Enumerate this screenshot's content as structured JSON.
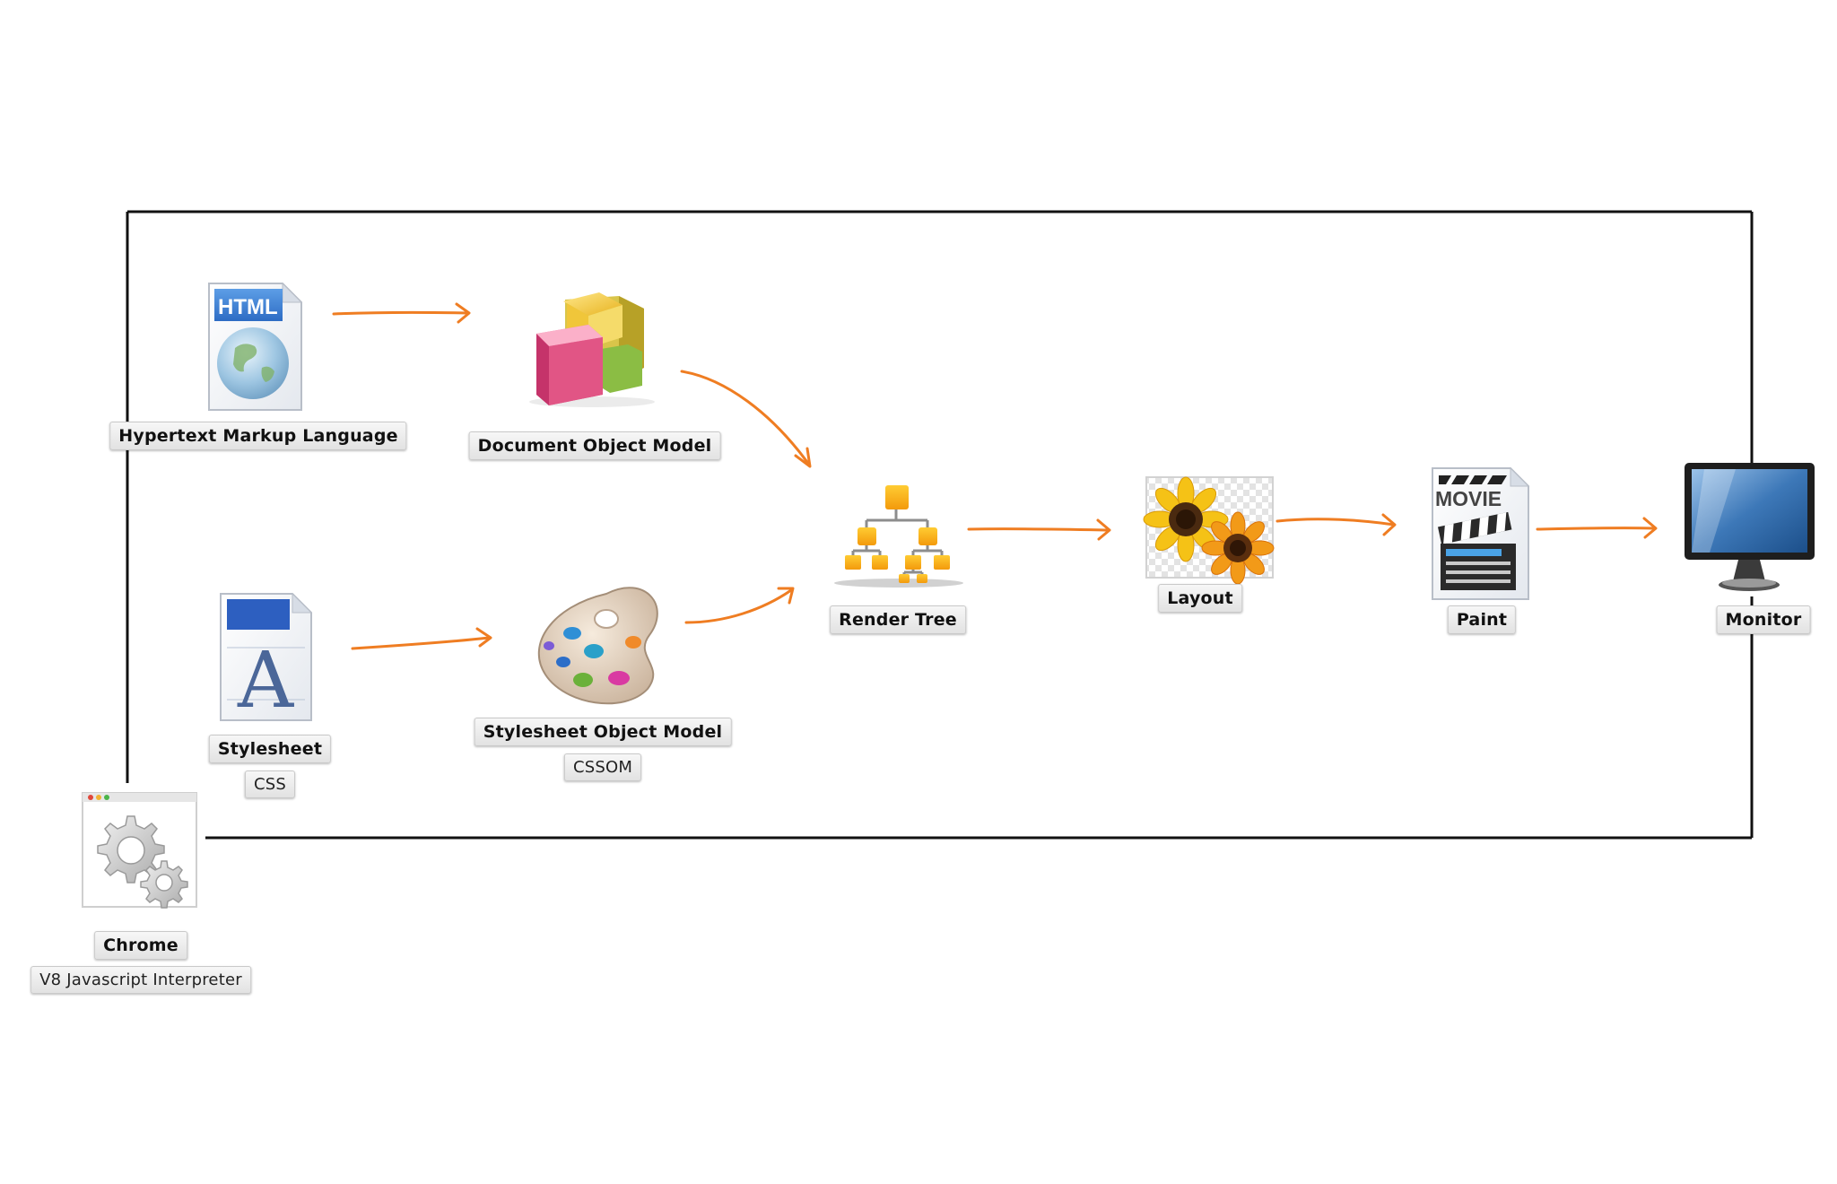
{
  "colors": {
    "arrow": "#ef7d22",
    "frame": "#111111",
    "label_bg": "#e6e6e6"
  },
  "nodes": {
    "html": {
      "label": "Hypertext Markup Language",
      "icon": "html-document-icon",
      "icon_text": "HTML"
    },
    "dom": {
      "label": "Document Object Model",
      "icon": "colored-blocks-icon"
    },
    "stylesheet": {
      "label": "Stylesheet",
      "sublabel": "CSS",
      "icon": "font-document-icon",
      "icon_text": "A"
    },
    "cssom": {
      "label": "Stylesheet Object Model",
      "sublabel": "CSSOM",
      "icon": "paint-palette-icon"
    },
    "render_tree": {
      "label": "Render Tree",
      "icon": "hierarchy-tree-icon"
    },
    "layout": {
      "label": "Layout",
      "icon": "sunflowers-image-icon"
    },
    "paint": {
      "label": "Paint",
      "icon": "movie-clapper-icon",
      "icon_text": "MOVIE"
    },
    "monitor": {
      "label": "Monitor",
      "icon": "monitor-icon"
    },
    "chrome": {
      "label": "Chrome",
      "sublabel": "V8 Javascript Interpreter",
      "icon": "gears-app-icon"
    }
  }
}
